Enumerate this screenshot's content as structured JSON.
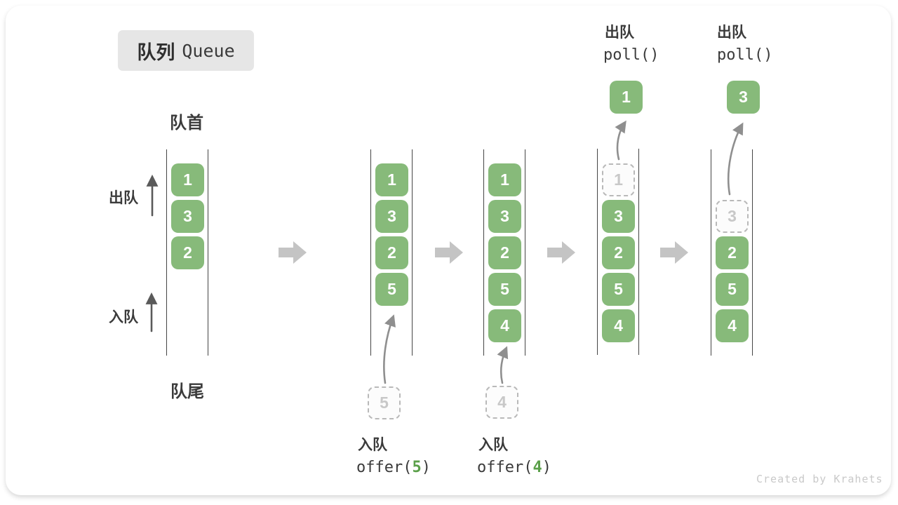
{
  "title": {
    "zh": "队列",
    "en": "Queue"
  },
  "side_labels": {
    "front": "队首",
    "rear": "队尾",
    "dequeue": "出队",
    "enqueue": "入队"
  },
  "columns": [
    {
      "cells": [
        "1",
        "3",
        "2"
      ]
    },
    {
      "cells": [
        "1",
        "3",
        "2",
        "5"
      ]
    },
    {
      "cells": [
        "1",
        "3",
        "2",
        "5",
        "4"
      ]
    },
    {
      "cells": [
        "3",
        "2",
        "5",
        "4"
      ],
      "ghost": "1",
      "out": "1",
      "op": {
        "label": "出队",
        "code": "poll()"
      }
    },
    {
      "cells": [
        "2",
        "5",
        "4"
      ],
      "ghost": "3",
      "out": "3",
      "op": {
        "label": "出队",
        "code": "poll()"
      }
    }
  ],
  "incoming": [
    {
      "value": "5"
    },
    {
      "value": "4"
    }
  ],
  "enqueue_ops": [
    {
      "label": "入队",
      "code_prefix": "offer(",
      "arg": "5",
      "code_suffix": ")"
    },
    {
      "label": "入队",
      "code_prefix": "offer(",
      "arg": "4",
      "code_suffix": ")"
    }
  ],
  "watermark": "Created by Krahets",
  "colors": {
    "box_green": "#87ba7a",
    "code_arg_green": "#5ba04a",
    "block_arrow_gray": "#c4c4c4",
    "curve_arrow_gray": "#8f8f8f",
    "dark_arrow_gray": "#5a5a5a",
    "text_dark": "#3b3b3b",
    "title_bg": "#e6e6e6",
    "ghost_border": "#b9b9b9"
  }
}
